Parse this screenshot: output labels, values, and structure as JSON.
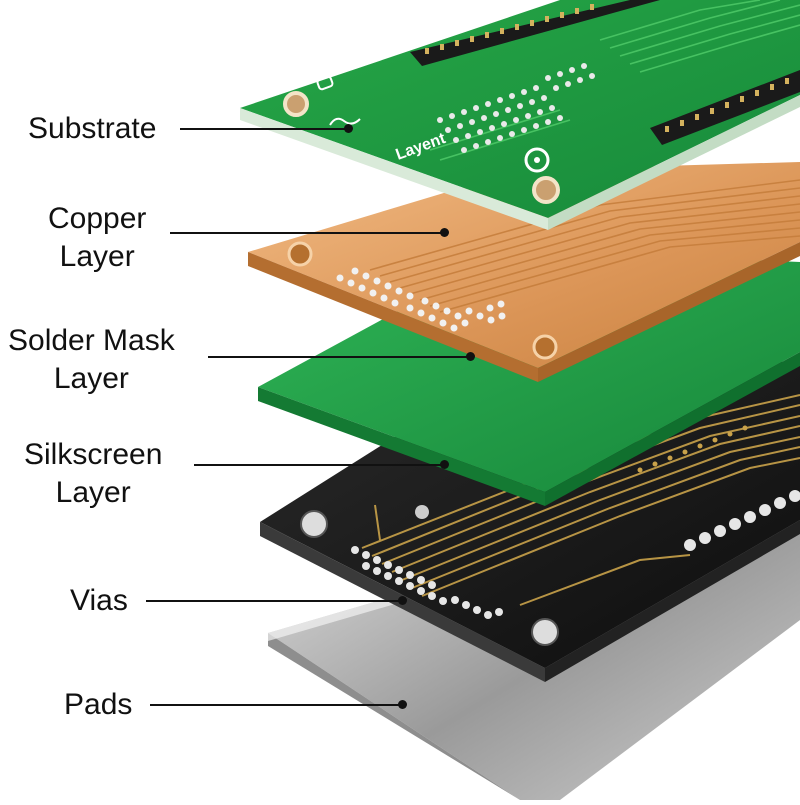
{
  "diagram": {
    "labels": [
      {
        "id": "substrate",
        "lines": [
          "Substrate"
        ]
      },
      {
        "id": "copper",
        "lines": [
          "Copper",
          "Layer"
        ]
      },
      {
        "id": "solder-mask",
        "lines": [
          "Solder Mask",
          "Layer"
        ]
      },
      {
        "id": "silkscreen",
        "lines": [
          "Silkscreen",
          "Layer"
        ]
      },
      {
        "id": "vias",
        "lines": [
          "Vias"
        ]
      },
      {
        "id": "pads",
        "lines": [
          "Pads"
        ]
      }
    ],
    "board_silkscreen_text": "Layent"
  },
  "colors": {
    "pcb_green": "#1e9a3b",
    "copper": "#e0a063",
    "solder_mask": "#1f9e45",
    "silkscreen_black": "#141414",
    "pads_silver": "#c9c9c9",
    "label_text": "#111111"
  }
}
